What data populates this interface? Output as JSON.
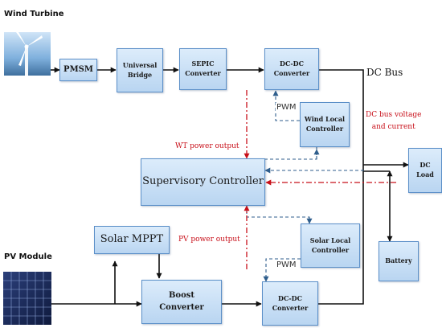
{
  "labels": {
    "wind_turbine": "Wind Turbine",
    "pv_module": "PV Module",
    "dc_bus": "DC Bus",
    "wt_power_output": "WT power output",
    "pv_power_output": "PV power output",
    "dc_bus_voltage": [
      "DC bus voltage",
      "and current"
    ],
    "pwm_upper": "PWM",
    "pwm_lower": "PWM"
  },
  "blocks": {
    "pmsm": "PMSM",
    "universal_bridge": [
      "Universal",
      "Bridge"
    ],
    "sepic_converter": [
      "SEPIC",
      "Converter"
    ],
    "dc_dc_upper": [
      "DC-DC",
      "Converter"
    ],
    "wind_local_controller": [
      "Wind Local",
      "Controller"
    ],
    "supervisory_controller": "Supervisory Controller",
    "dc_load": [
      "DC",
      "Load"
    ],
    "solar_mppt": "Solar MPPT",
    "solar_local_controller": [
      "Solar Local",
      "Controller"
    ],
    "battery": "Battery",
    "boost_converter": [
      "Boost",
      "Converter"
    ],
    "dc_dc_lower": [
      "DC-DC",
      "Converter"
    ]
  },
  "colors": {
    "block_fill": "#c9def5",
    "block_border": "#5b8fc8",
    "power_line": "#111111",
    "feedback_line": "#2f5e8c",
    "supervisory_line": "#c8101a"
  }
}
